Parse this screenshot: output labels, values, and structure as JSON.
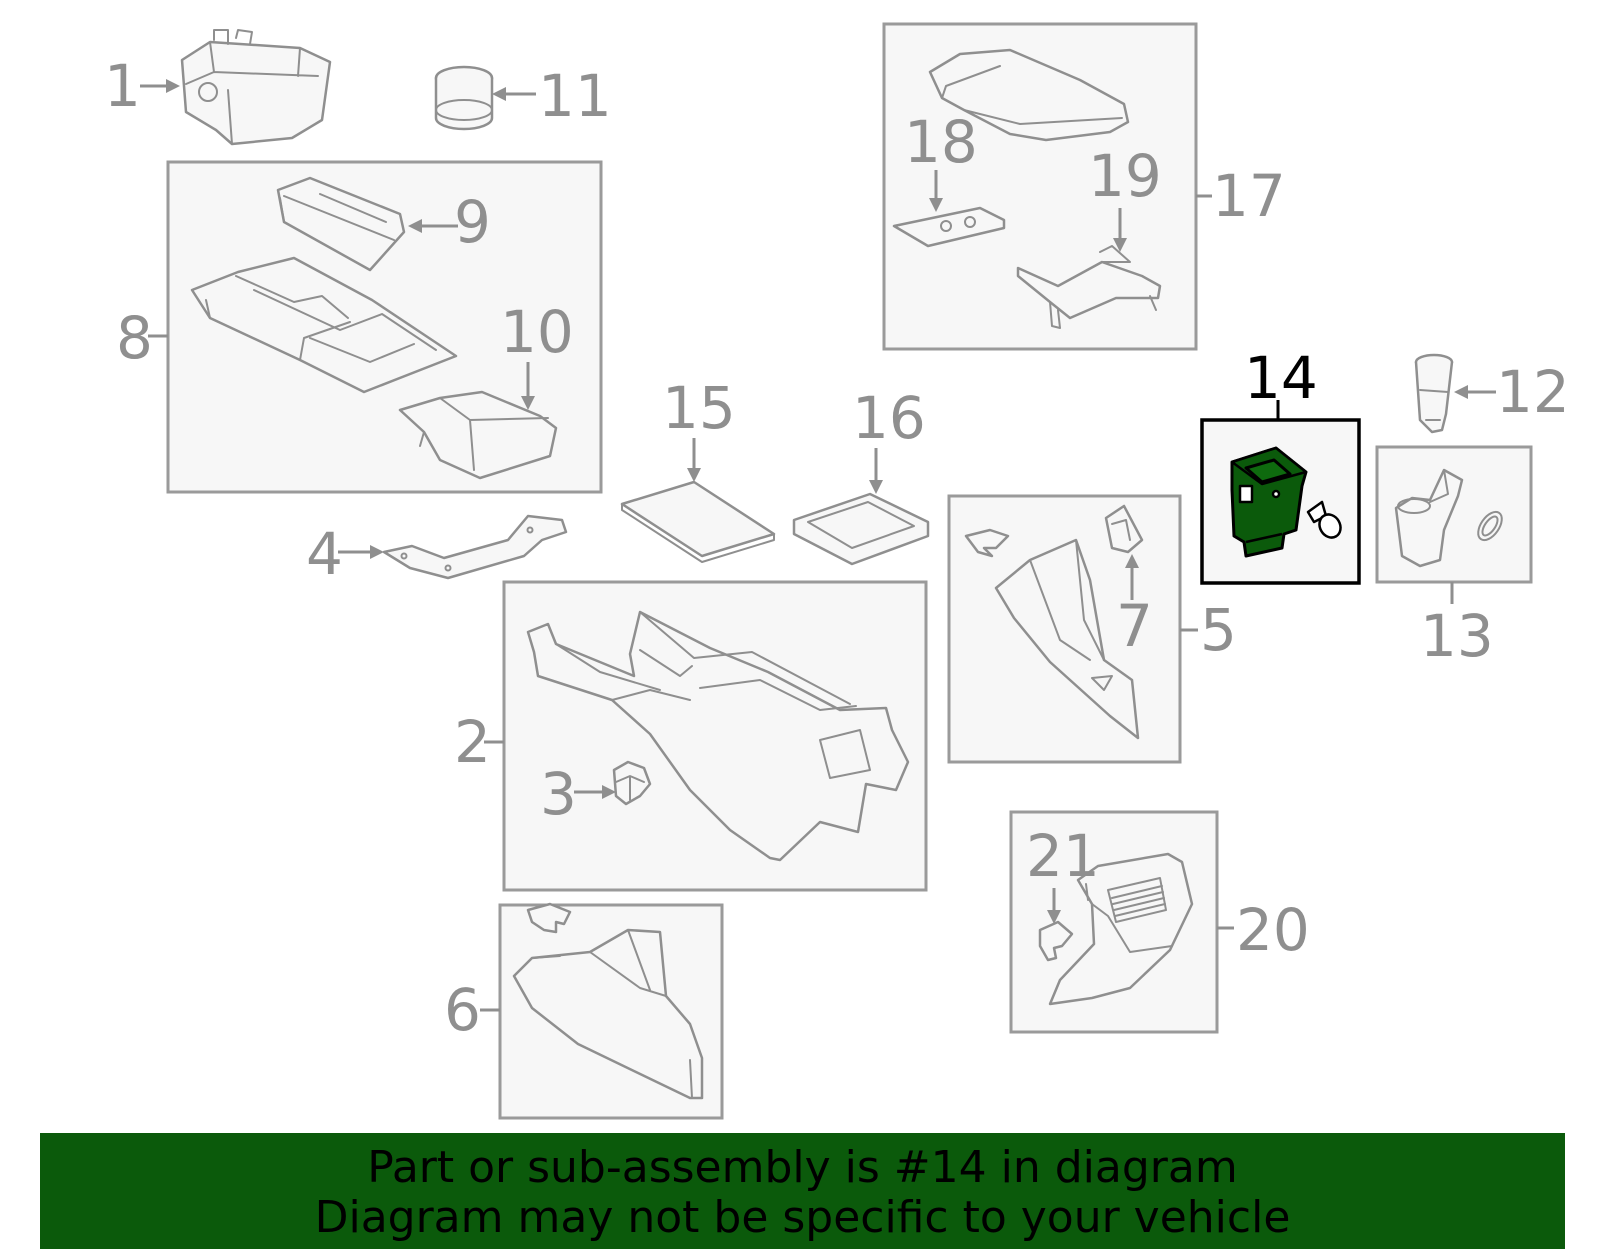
{
  "highlight": {
    "part_number": "14",
    "color": "#0b5a0b"
  },
  "callouts": {
    "c1": "1",
    "c2": "2",
    "c3": "3",
    "c4": "4",
    "c5": "5",
    "c6": "6",
    "c7": "7",
    "c8": "8",
    "c9": "9",
    "c10": "10",
    "c11": "11",
    "c12": "12",
    "c13": "13",
    "c14": "14",
    "c15": "15",
    "c16": "16",
    "c17": "17",
    "c18": "18",
    "c19": "19",
    "c20": "20",
    "c21": "21"
  },
  "banner": {
    "line1": "Part or sub-assembly is #14 in diagram",
    "line2": "Diagram may not be specific to your vehicle",
    "background": "#0b5a0b"
  }
}
